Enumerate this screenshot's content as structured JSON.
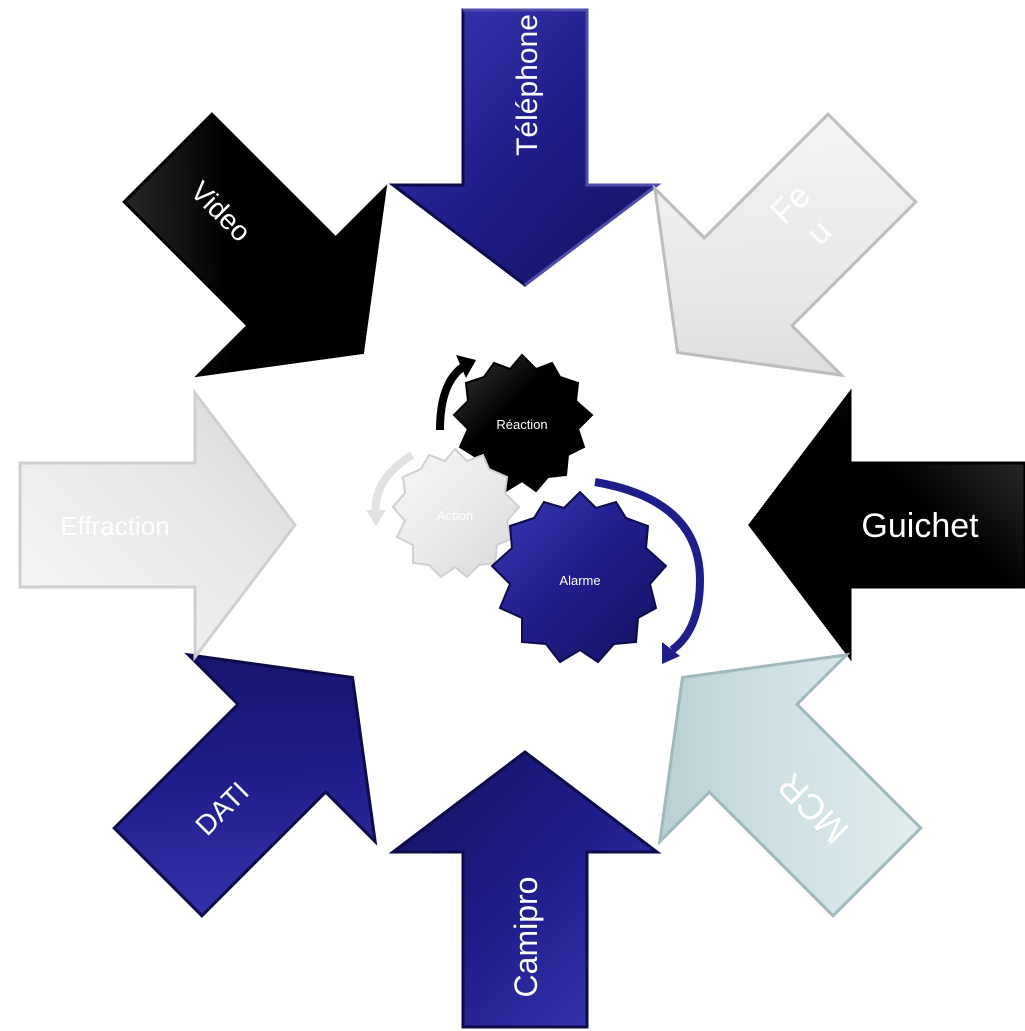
{
  "arrows": {
    "telephone": {
      "label": "Téléphone",
      "fill": "#1f1d8a",
      "text": "#ffffff"
    },
    "feu": {
      "label_line1": "Fe",
      "label_line2": "u",
      "fill": "#e6e6e6",
      "text": "#ffffff"
    },
    "guichet": {
      "label": "Guichet",
      "fill": "#000000",
      "text": "#ffffff"
    },
    "mcr": {
      "label": "MCR",
      "fill": "#c9dde0",
      "text": "#ffffff"
    },
    "camipro": {
      "label": "Camipro",
      "fill": "#1f1d8a",
      "text": "#ffffff"
    },
    "dati": {
      "label": "DATI",
      "fill": "#1f1d8a",
      "text": "#ffffff"
    },
    "effraction": {
      "label": "Effraction",
      "fill": "#ececec",
      "text": "#ffffff"
    },
    "video": {
      "label": "Video",
      "fill": "#000000",
      "text": "#ffffff"
    }
  },
  "gears": {
    "reaction": {
      "label": "Réaction",
      "fill": "#000000",
      "text": "#ffffff"
    },
    "action": {
      "label": "Action",
      "fill": "#e8e8e8",
      "text": "#ffffff"
    },
    "alarme": {
      "label": "Alarme",
      "fill": "#1f1d8a",
      "text": "#ffffff"
    }
  }
}
